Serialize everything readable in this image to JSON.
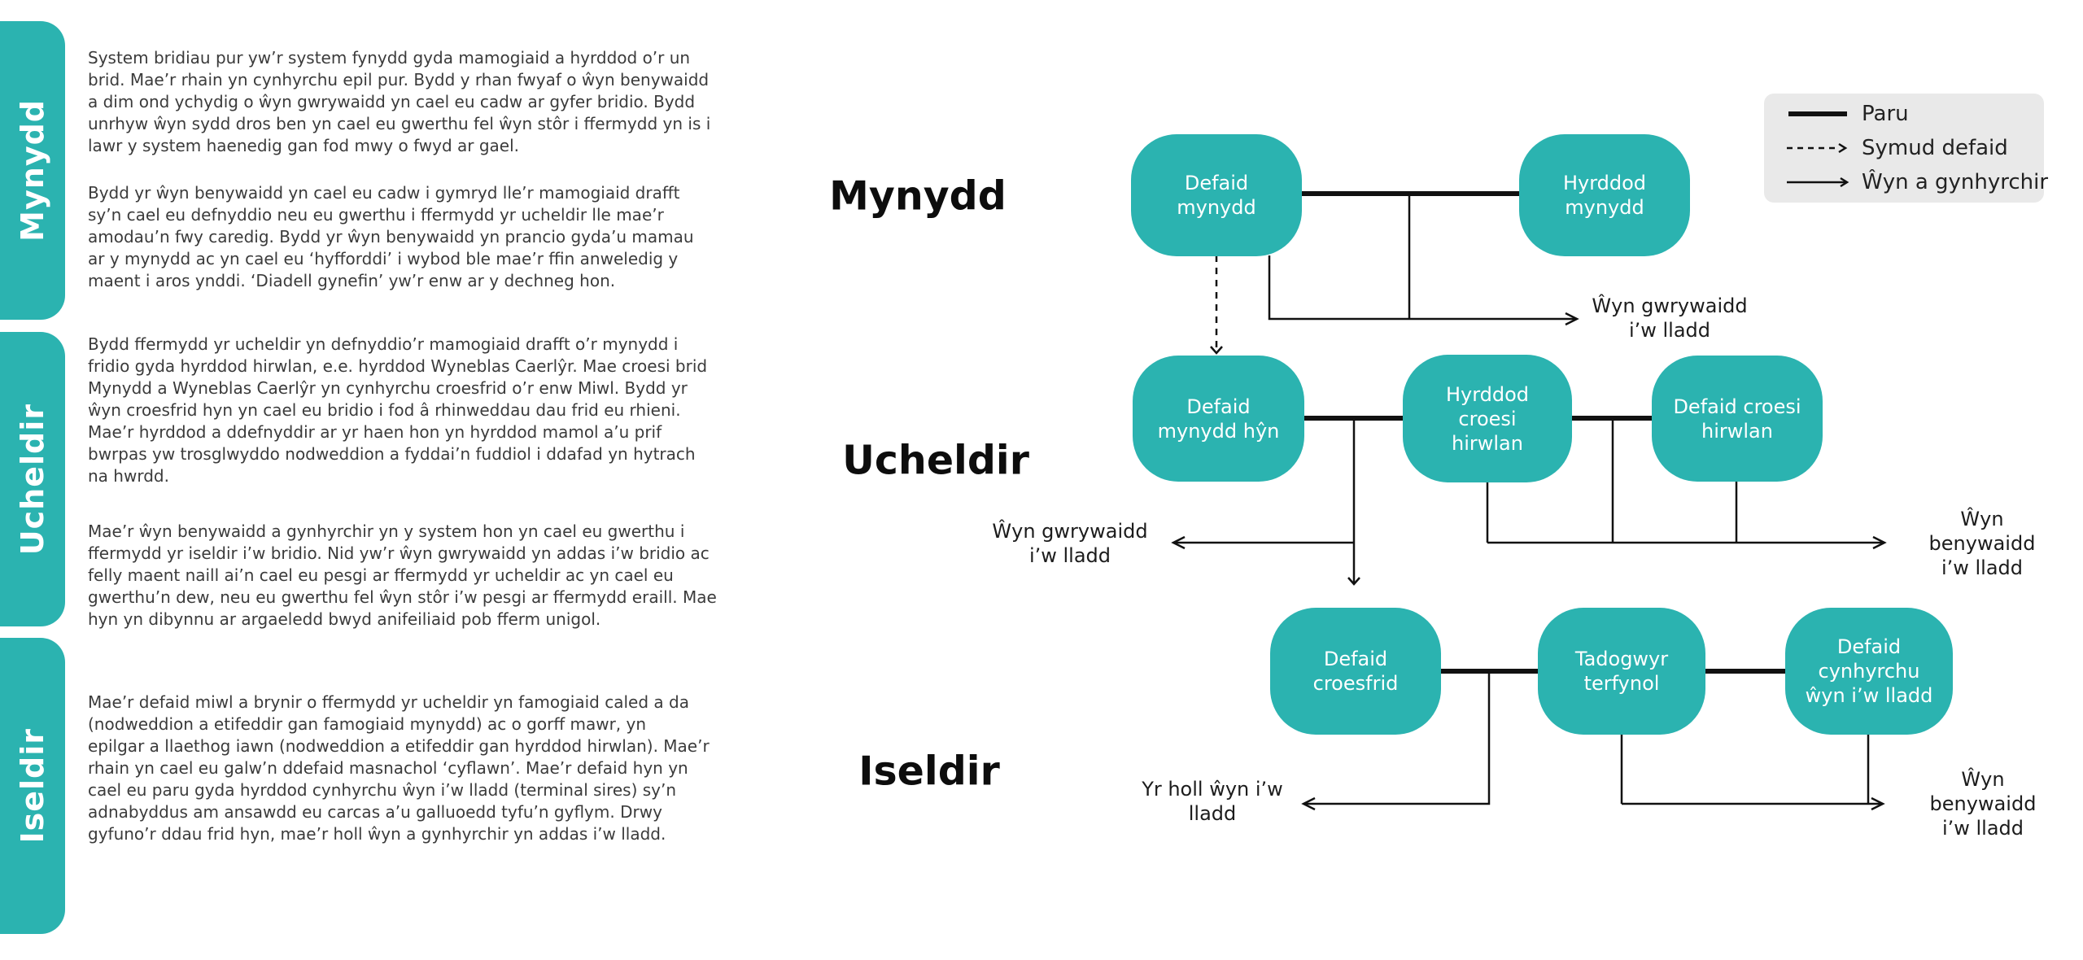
{
  "colors": {
    "teal": "#2BB3B0",
    "body_text": "#3B3B3B",
    "diagram_line": "#111111",
    "legend_background": "#E9E9E9",
    "row_label": "#0D0D0D",
    "node_text": "#FFFFFF"
  },
  "sections": [
    {
      "sidebar_label": "Mynydd",
      "paragraphs": [
        "System bridiau pur yw’r system fynydd gyda mamogiaid a hyrddod o’r un\nbrid. Mae’r rhain yn cynhyrchu epil pur. Bydd y rhan fwyaf o ŵyn benywaidd\na dim ond ychydig o ŵyn gwrywaidd yn cael eu cadw ar gyfer bridio. Bydd\nunrhyw ŵyn sydd dros ben yn cael eu gwerthu fel ŵyn stôr i ffermydd yn is i\nlawr y system haenedig gan fod mwy o fwyd ar gael.",
        "Bydd yr ŵyn benywaidd yn cael eu cadw i gymryd lle’r mamogiaid drafft\nsy’n cael eu defnyddio neu eu gwerthu i ffermydd yr ucheldir lle mae’r\namodau’n fwy caredig. Bydd yr ŵyn benywaidd yn prancio gyda’u mamau\nar y mynydd ac yn cael eu ‘hyfforddi’ i wybod ble mae’r ffin anweledig y\nmaent i aros ynddi. ‘Diadell gynefin’ yw’r enw ar y dechneg hon."
      ]
    },
    {
      "sidebar_label": "Ucheldir",
      "paragraphs": [
        "Bydd ffermydd yr ucheldir yn defnyddio’r mamogiaid drafft o’r mynydd i\nfridio gyda hyrddod hirwlan, e.e. hyrddod Wyneblas Caerlŷr. Mae croesi brid\nMynydd a Wyneblas Caerlŷr yn cynhyrchu croesfrid o’r enw Miwl. Bydd yr\nŵyn croesfrid hyn yn cael eu bridio i fod â rhinweddau dau frid eu rhieni.\nMae’r hyrddod a ddefnyddir ar yr haen hon yn hyrddod mamol a’u prif\nbwrpas yw trosglwyddo nodweddion a fyddai’n fuddiol i ddafad yn hytrach\nna hwrdd.",
        "Mae’r ŵyn benywaidd a gynhyrchir yn y system hon yn cael eu gwerthu i\nffermydd yr iseldir i’w bridio. Nid yw’r ŵyn gwrywaidd yn addas i’w bridio ac\nfelly maent naill ai’n cael eu pesgi ar ffermydd yr ucheldir ac yn cael eu\ngwerthu’n dew, neu eu gwerthu fel ŵyn stôr i’w pesgi ar ffermydd eraill. Mae\nhyn yn dibynnu ar argaeledd bwyd anifeiliaid pob fferm unigol."
      ]
    },
    {
      "sidebar_label": "Iseldir",
      "paragraphs": [
        "Mae’r defaid miwl a brynir o ffermydd yr ucheldir yn famogiaid caled a da\n(nodweddion a etifeddir gan famogiaid mynydd) ac o gorff mawr, yn\nepilgar a llaethog iawn (nodweddion a etifeddir gan hyrddod hirwlan). Mae’r\nrhain yn cael eu galw’n ddefaid masnachol ‘cyflawn’. Mae’r defaid hyn yn\ncael eu paru gyda hyrddod cynhyrchu ŵyn i’w lladd (terminal sires) sy’n\nadnabyddus am ansawdd eu carcas a’u galluoedd tyfu’n gyflym. Drwy\ngyfuno’r ddau frid hyn, mae’r holl ŵyn a gynhyrchir yn addas i’w lladd."
      ]
    }
  ],
  "diagram": {
    "rows": [
      {
        "label": "Mynydd",
        "boxes": [
          {
            "label": "Defaid\nmynydd"
          },
          {
            "label": "Hyrddod\nmynydd"
          }
        ],
        "annotations": [
          {
            "label": "Ŵyn gwrywaidd\ni’w lladd"
          }
        ]
      },
      {
        "label": "Ucheldir",
        "boxes": [
          {
            "label": "Defaid\nmynydd hŷn"
          },
          {
            "label": "Hyrddod\ncroesi\nhirwlan"
          },
          {
            "label": "Defaid croesi\nhirwlan"
          }
        ],
        "annotations": [
          {
            "label": "Ŵyn gwrywaidd\ni’w lladd"
          },
          {
            "label": "Ŵyn benywaidd\ni’w lladd"
          }
        ]
      },
      {
        "label": "Iseldir",
        "boxes": [
          {
            "label": "Defaid\ncroesfrid"
          },
          {
            "label": "Tadogwyr\nterfynol"
          },
          {
            "label": "Defaid\ncynhyrchu\nŵyn i’w lladd"
          }
        ],
        "annotations": [
          {
            "label": "Yr holl ŵyn i’w\nlladd"
          },
          {
            "label": "Ŵyn benywaidd\ni’w lladd"
          }
        ]
      }
    ],
    "legend": {
      "items": [
        {
          "symbol": "solid-line",
          "label": "Paru"
        },
        {
          "symbol": "dashed-arrow",
          "label": "Symud defaid"
        },
        {
          "symbol": "thin-arrow",
          "label": "Ŵyn a gynhyrchir"
        }
      ]
    }
  }
}
